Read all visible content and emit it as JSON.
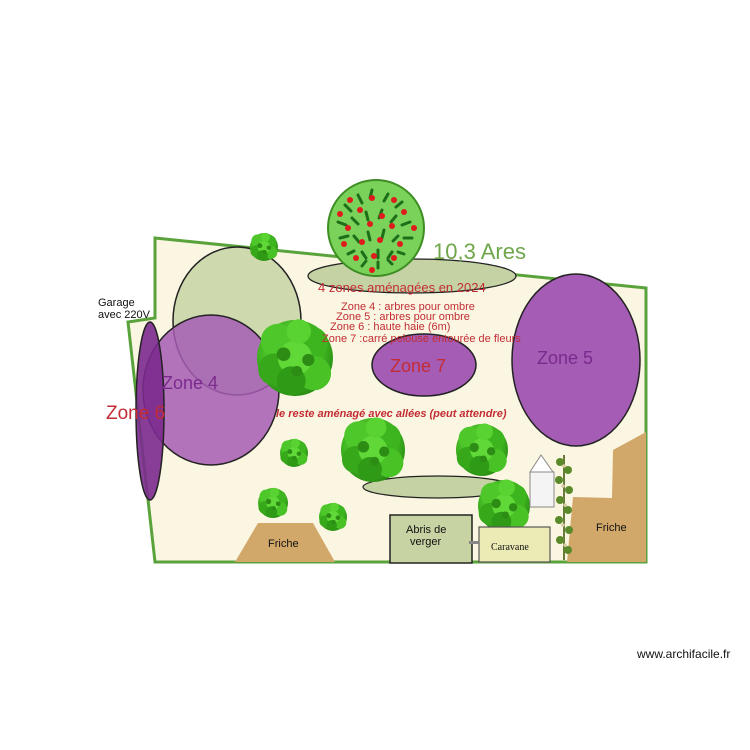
{
  "header": {
    "area": "10,3 Ares",
    "subtitle": "4 zones aménagées en 2024"
  },
  "legend": {
    "line1": "Zone 4 : arbres pour ombre",
    "line2": "Zone 5 : arbres pour ombre",
    "line3": "Zone 6 : haute haie (6m)",
    "line4": "Zone 7 :carré pelouse entourée de fleurs",
    "note": "le reste aménagé avec allées (peut attendre)"
  },
  "zones": {
    "zone4": "Zone 4",
    "zone5": "Zone 5",
    "zone6": "Zone 6",
    "zone7": "Zone 7"
  },
  "labels": {
    "garage_line1": "Garage",
    "garage_line2": "avec 220V",
    "friche": "Friche",
    "abris_line1": "Abris de",
    "abris_line2": "verger",
    "caravane": "Caravane"
  },
  "footer": {
    "watermark": "www.archifacile.fr"
  },
  "colors": {
    "lawn": "#fbf6e1",
    "border": "#5aa33c",
    "zone_purple": "#a45cb4",
    "zone_dark_purple": "#7b2a8e",
    "zone_text": "#c22c35",
    "area_text": "#6fa64a",
    "friche": "#d2a76a",
    "sage": "#c5d3a4"
  }
}
